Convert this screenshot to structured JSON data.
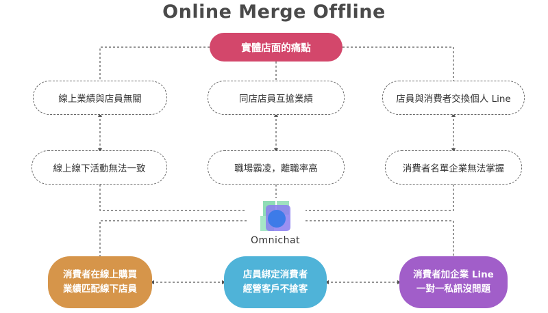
{
  "title": "Online Merge Offline",
  "top_node": "實體店面的痛點",
  "pain_points": [
    "線上業績與店員無關",
    "同店店員互搶業績",
    "店員與消費者交換個人 Line"
  ],
  "consequences": [
    "線上線下活動無法一致",
    "職場霸凌，離職率高",
    "消費者名單企業無法掌握"
  ],
  "brand": "Omnichat",
  "solutions": [
    {
      "line1": "消費者在線上購買",
      "line2": "業績匹配線下店員",
      "color": "#d6954a"
    },
    {
      "line1": "店員綁定消費者",
      "line2": "經營客戶不搶客",
      "color": "#4fb3d8"
    },
    {
      "line1": "消費者加企業 Line",
      "line2": "一對一私訊沒問題",
      "color": "#a15ec9"
    }
  ],
  "colors": {
    "top_node": "#d3476b",
    "logo_green": "#8fdcb6",
    "logo_blue": "#3d7be8",
    "logo_purple": "#8a7cf0",
    "connector": "#555555"
  }
}
